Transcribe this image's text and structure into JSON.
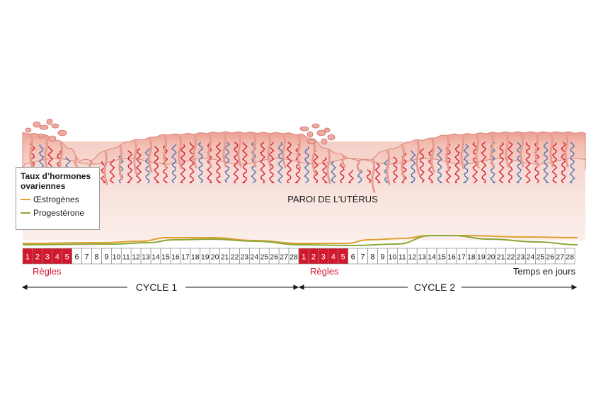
{
  "title": "PAROI DE L’UTÉRUS",
  "legend": {
    "title": "Taux d’hormones ovariennes",
    "items": [
      {
        "label": "Œstrogènes",
        "color": "#e0a030"
      },
      {
        "label": "Progestérone",
        "color": "#8aa83a"
      }
    ]
  },
  "cycles": [
    {
      "label": "CYCLE 1",
      "menses_label": "Règles",
      "days": [
        1,
        2,
        3,
        4,
        5,
        6,
        7,
        8,
        9,
        10,
        11,
        12,
        13,
        14,
        15,
        16,
        17,
        18,
        19,
        20,
        21,
        22,
        23,
        24,
        25,
        26,
        27,
        28
      ],
      "menses_days": 5
    },
    {
      "label": "CYCLE 2",
      "menses_label": "Règles",
      "days": [
        1,
        2,
        3,
        4,
        5,
        6,
        7,
        8,
        9,
        10,
        11,
        12,
        13,
        14,
        15,
        16,
        17,
        18,
        19,
        20,
        21,
        22,
        23,
        24,
        25,
        26,
        27,
        28
      ],
      "menses_days": 5
    }
  ],
  "time_label": "Temps en jours",
  "colors": {
    "menses": "#d3182e",
    "tissue": "#f3c7bb",
    "tissue_dark": "#e79c90",
    "background_band": "#f9e5df",
    "artery": "#d4253b",
    "vein": "#4f77b8",
    "estrogen": "#e0a030",
    "progesterone": "#8aa83a"
  }
}
